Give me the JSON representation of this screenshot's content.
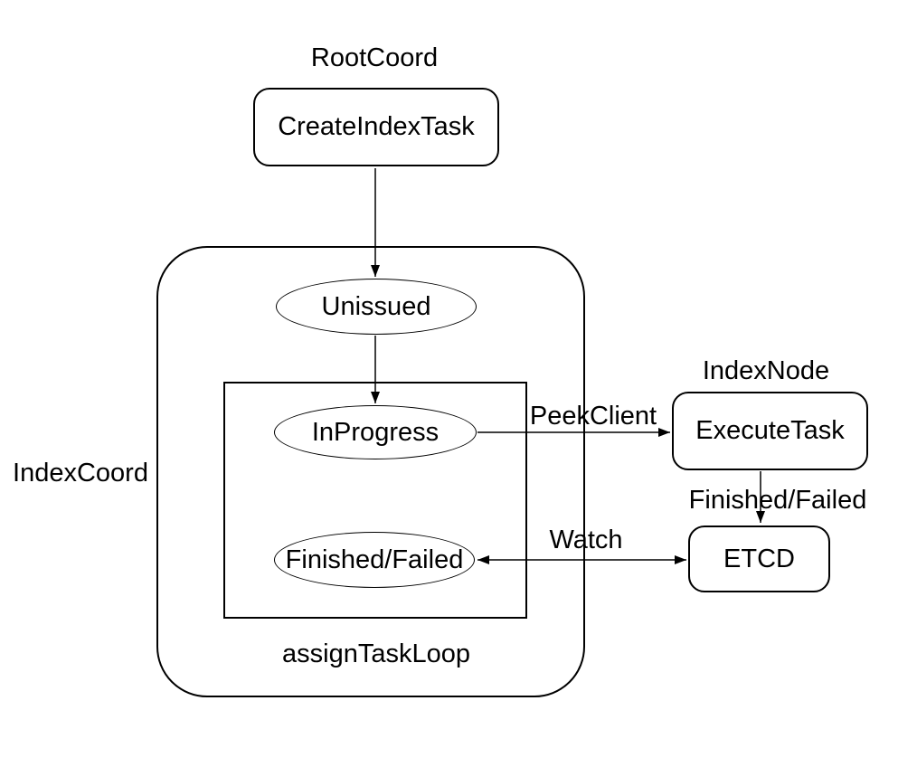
{
  "diagram": {
    "title_context": "index task flow diagram",
    "colors": {
      "background": "#ffffff",
      "stroke": "#000000",
      "text": "#000000"
    },
    "groups": {
      "root_coord": "RootCoord",
      "index_coord": "IndexCoord",
      "index_node": "IndexNode",
      "assign_task_loop": "assignTaskLoop"
    },
    "nodes": {
      "create_index_task": "CreateIndexTask",
      "unissued": "Unissued",
      "in_progress": "InProgress",
      "finished_failed": "Finished/Failed",
      "execute_task": "ExecuteTask",
      "etcd": "ETCD"
    },
    "edge_labels": {
      "peek_client": "PeekClient",
      "finished_failed": "Finished/Failed",
      "watch": "Watch"
    },
    "edges": [
      {
        "from": "CreateIndexTask",
        "to": "Unissued",
        "label": "",
        "bidirectional": false
      },
      {
        "from": "Unissued",
        "to": "InProgress",
        "label": "",
        "bidirectional": false
      },
      {
        "from": "InProgress",
        "to": "ExecuteTask",
        "label": "PeekClient",
        "bidirectional": false
      },
      {
        "from": "ExecuteTask",
        "to": "ETCD",
        "label": "Finished/Failed",
        "bidirectional": false
      },
      {
        "from": "ETCD",
        "to": "Finished/Failed",
        "label": "Watch",
        "bidirectional": true
      }
    ]
  }
}
